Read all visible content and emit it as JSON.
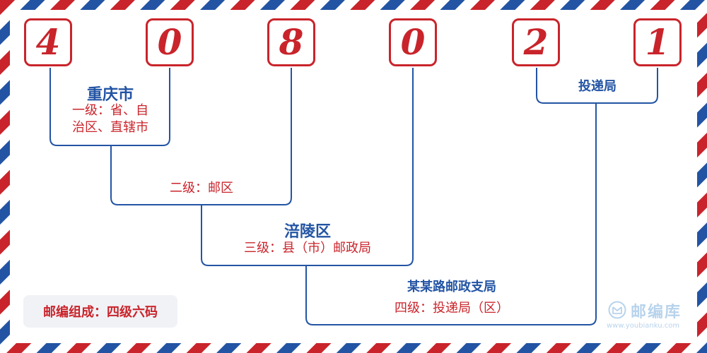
{
  "digits": [
    "4",
    "0",
    "8",
    "0",
    "2",
    "1"
  ],
  "groups": {
    "g1": {
      "name": "重庆市",
      "level_lines": [
        "一级：省、自",
        "治区、直辖市"
      ]
    },
    "g2": {
      "level": "二级：邮区"
    },
    "g3": {
      "name": "涪陵区",
      "level": "三级：县（市）邮政局"
    },
    "g4": {
      "name": "某某路邮政支局",
      "level": "四级：投递局（区）"
    },
    "g5": {
      "name": "投递局"
    }
  },
  "badge": "邮编组成：四级六码",
  "watermark": {
    "title": "邮编库",
    "url": "www.youbianku.com"
  },
  "colors": {
    "red": "#c9242b",
    "blue": "#2354a4"
  }
}
